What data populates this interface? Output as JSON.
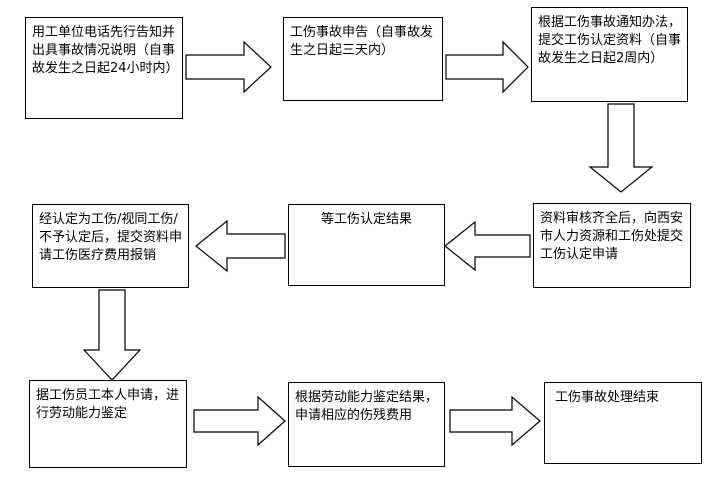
{
  "flowchart": {
    "steps": [
      {
        "id": "s1",
        "text": "用工单位电话先行告知并出具事故情况说明（自事故发生之日起24小时内）"
      },
      {
        "id": "s2",
        "text": "工伤事故申告（自事故发生之日起三天内）"
      },
      {
        "id": "s3",
        "text": "根据工伤事故通知办法，提交工伤认定资料（自事故发生之日起2周内）"
      },
      {
        "id": "s4",
        "text": "资料审核齐全后，向西安市人力资源和工伤处提交工伤认定申请"
      },
      {
        "id": "s5",
        "text": "等工伤认定结果"
      },
      {
        "id": "s6",
        "text": "经认定为工伤/视同工伤/不予认定后，提交资料申请工伤医疗费用报销"
      },
      {
        "id": "s7",
        "text": "据工伤员工本人申请，进行劳动能力鉴定"
      },
      {
        "id": "s8",
        "text": "根据劳动能力鉴定结果，申请相应的伤残费用"
      },
      {
        "id": "s9",
        "text": "工伤事故处理结束"
      }
    ]
  }
}
